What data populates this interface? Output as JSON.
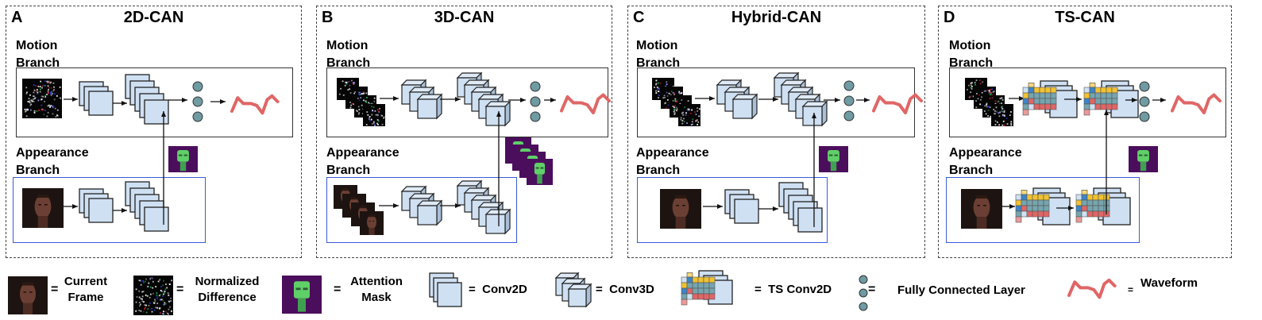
{
  "panels": [
    {
      "letter": "A",
      "title": "2D-CAN",
      "motion_label": [
        "Motion",
        "Branch"
      ],
      "appearance_label": [
        "Appearance",
        "Branch"
      ]
    },
    {
      "letter": "B",
      "title": "3D-CAN",
      "motion_label": [
        "Motion",
        "Branch"
      ],
      "appearance_label": [
        "Appearance",
        "Branch"
      ]
    },
    {
      "letter": "C",
      "title": "Hybrid-CAN",
      "motion_label": [
        "Motion",
        "Branch"
      ],
      "appearance_label": [
        "Appearance",
        "Branch"
      ]
    },
    {
      "letter": "D",
      "title": "TS-CAN",
      "motion_label": [
        "Motion",
        "Branch"
      ],
      "appearance_label": [
        "Appearance",
        "Branch"
      ]
    }
  ],
  "legend": {
    "current_frame": [
      "Current",
      "Frame"
    ],
    "normalized_difference": [
      "Normalized",
      "Difference"
    ],
    "attention_mask": [
      "Attention",
      "Mask"
    ],
    "conv2d": "Conv2D",
    "conv3d": "Conv3D",
    "ts_conv2d": "TS Conv2D",
    "fully_connected": "Fully Connected Layer",
    "waveform": "Waveform",
    "equals": "="
  },
  "colors": {
    "conv_fill": "#cfe0f3",
    "conv_side": "#a9bfd6",
    "fc_node": "#6f9ba3",
    "waveform": "#e06666",
    "mask_bg": "#4b0e5c",
    "mask_face": "#5fd068",
    "face_bg": "#1d1411",
    "face_skin": "#6b3f33",
    "appearance_border": "#3b5bdb"
  }
}
